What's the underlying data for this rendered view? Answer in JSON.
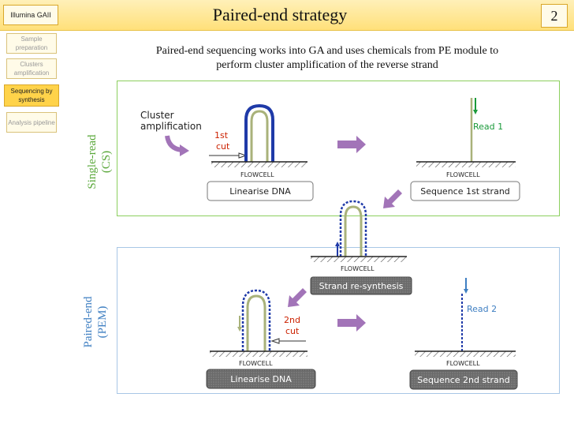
{
  "header": {
    "brand": "Illumina GAII",
    "title": "Paired-end strategy",
    "page_number": "2"
  },
  "sidebar": {
    "items": [
      {
        "label": "Sample preparation",
        "active": false
      },
      {
        "label": "Clusters amplification",
        "active": false
      },
      {
        "label": "Sequencing by synthesis",
        "active": true
      },
      {
        "label": "Analysis pipeline",
        "active": false
      }
    ]
  },
  "intro": "Paired-end sequencing works into GA and uses chemicals from PE module to perform cluster amplification of the reverse strand",
  "panels": {
    "single_read": {
      "label_line1": "Single-read",
      "label_line2": "(CS)"
    },
    "paired_end": {
      "label_line1": "Paired-end",
      "label_line2": "(PEM)"
    }
  },
  "diagram": {
    "cluster_amplification": "Cluster amplification",
    "cut1_line1": "1st",
    "cut1_line2": "cut",
    "cut2_line1": "2nd",
    "cut2_line2": "cut",
    "flowcell": "FLOWCELL",
    "linearise_dna": "Linearise DNA",
    "sequence_1st": "Sequence 1st strand",
    "read1": "Read 1",
    "strand_resynthesis": "Strand re-synthesis",
    "read2": "Read 2",
    "sequence_2nd": "Sequence 2nd strand"
  },
  "colors": {
    "green": "#8ccf5e",
    "blue": "#3f7fc2",
    "navy": "#1f3aa8",
    "olive": "#a9b27a",
    "purple": "#a274b8",
    "red": "#cc2200",
    "dark_box": "#666666"
  }
}
